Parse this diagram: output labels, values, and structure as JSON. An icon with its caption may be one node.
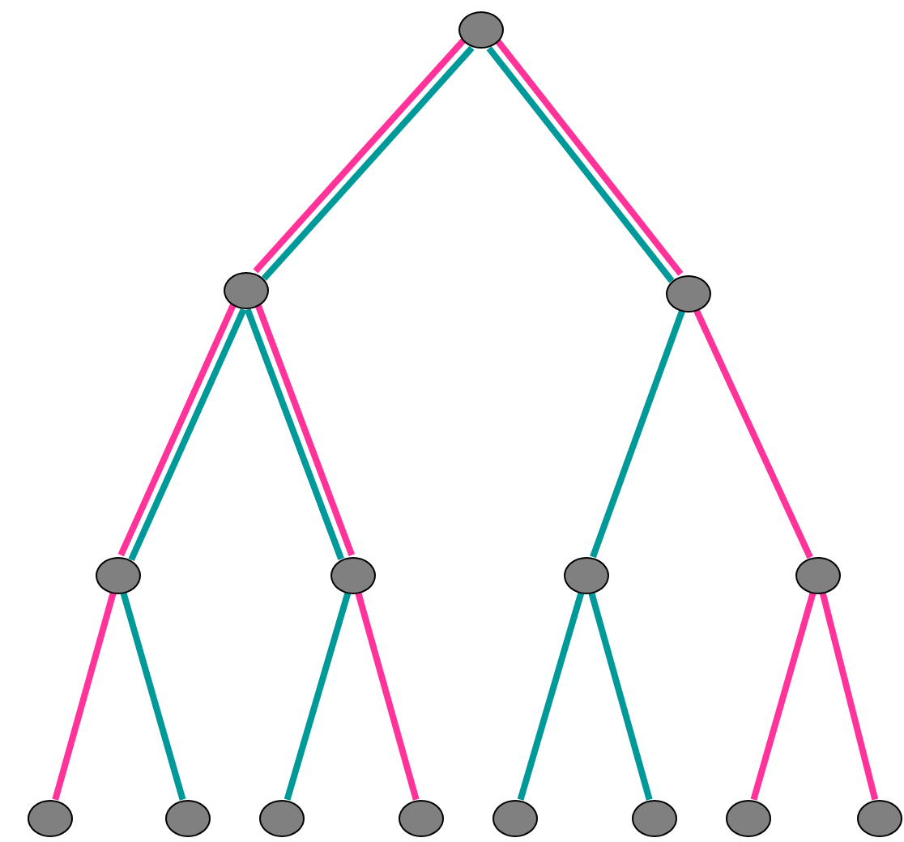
{
  "diagram": {
    "nodes": [
      {
        "text": [],
        "shape": "ellipse"
      },
      {
        "text": [],
        "shape": "ellipse"
      },
      {
        "text": [],
        "shape": "ellipse"
      },
      {
        "text": [],
        "shape": "ellipse"
      },
      {
        "text": [],
        "shape": "ellipse"
      },
      {
        "text": [],
        "shape": "ellipse"
      },
      {
        "text": [],
        "shape": "ellipse"
      },
      {
        "text": [],
        "shape": "ellipse"
      },
      {
        "text": [],
        "shape": "ellipse"
      },
      {
        "text": [],
        "shape": "ellipse"
      },
      {
        "text": [],
        "shape": "ellipse"
      },
      {
        "text": [],
        "shape": "ellipse"
      },
      {
        "text": [],
        "shape": "ellipse"
      },
      {
        "text": [],
        "shape": "ellipse"
      },
      {
        "text": [],
        "shape": "ellipse"
      }
    ],
    "edges": [
      {
        "from": 0,
        "to": 1,
        "arrow": "none",
        "color": "#ff3399"
      },
      {
        "from": 0,
        "to": 1,
        "arrow": "none",
        "color": "#009999"
      },
      {
        "from": 0,
        "to": 2,
        "arrow": "none",
        "color": "#009999"
      },
      {
        "from": 0,
        "to": 2,
        "arrow": "none",
        "color": "#ff3399"
      },
      {
        "from": 1,
        "to": 3,
        "arrow": "none",
        "color": "#ff3399"
      },
      {
        "from": 1,
        "to": 3,
        "arrow": "none",
        "color": "#009999"
      },
      {
        "from": 1,
        "to": 4,
        "arrow": "none",
        "color": "#009999"
      },
      {
        "from": 1,
        "to": 4,
        "arrow": "none",
        "color": "#ff3399"
      },
      {
        "from": 2,
        "to": 5,
        "arrow": "none",
        "color": "#009999"
      },
      {
        "from": 2,
        "to": 6,
        "arrow": "none",
        "color": "#ff3399"
      },
      {
        "from": 3,
        "to": 7,
        "arrow": "none",
        "color": "#ff3399"
      },
      {
        "from": 3,
        "to": 8,
        "arrow": "none",
        "color": "#009999"
      },
      {
        "from": 4,
        "to": 9,
        "arrow": "none",
        "color": "#009999"
      },
      {
        "from": 4,
        "to": 10,
        "arrow": "none",
        "color": "#ff3399"
      },
      {
        "from": 5,
        "to": 11,
        "arrow": "none",
        "color": "#009999"
      },
      {
        "from": 5,
        "to": 12,
        "arrow": "none",
        "color": "#009999"
      },
      {
        "from": 6,
        "to": 13,
        "arrow": "none",
        "color": "#ff3399"
      },
      {
        "from": 6,
        "to": 14,
        "arrow": "none",
        "color": "#ff3399"
      }
    ]
  }
}
